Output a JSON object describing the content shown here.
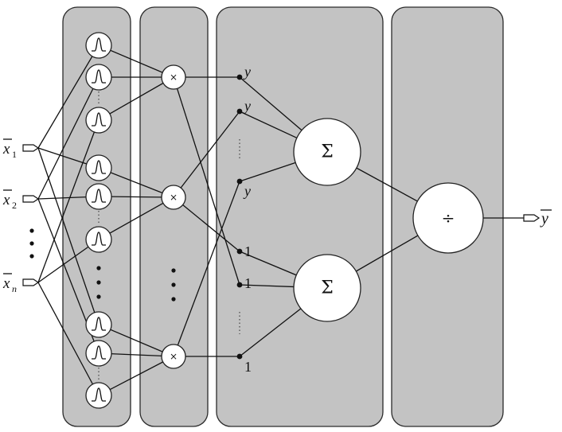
{
  "inputs": [
    {
      "symbol": "x",
      "subscript": "1"
    },
    {
      "symbol": "x",
      "subscript": "2"
    },
    {
      "symbol": "x",
      "subscript": "n"
    }
  ],
  "output": {
    "symbol": "y"
  },
  "product_symbol": "×",
  "sum_symbol": "Σ",
  "division_symbol": "÷",
  "numerator_weight_label": "y",
  "denominator_weight_label": "1",
  "icons": {
    "membership": "gaussian-membership-icon",
    "input_port": "input-port-arrow-icon",
    "output_port": "output-port-arrow-icon"
  }
}
